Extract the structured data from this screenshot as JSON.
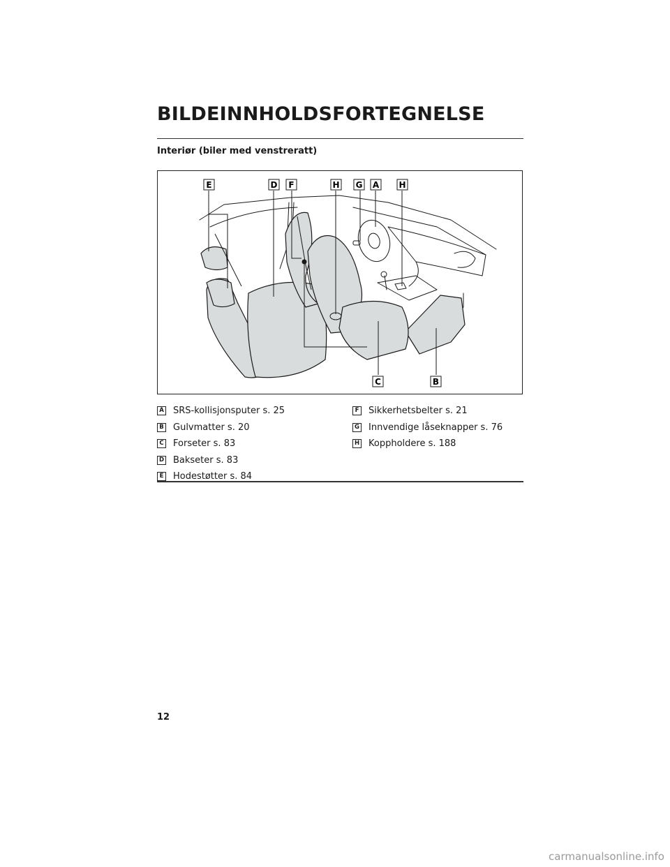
{
  "page": {
    "title": "BILDEINNHOLDSFORTEGNELSE",
    "section_title": "Interiør (biler med venstreratt)",
    "page_number": "12",
    "watermark": "carmanualsonline.info"
  },
  "figure": {
    "callouts_top": [
      "E",
      "D",
      "F",
      "H",
      "G",
      "A",
      "H"
    ],
    "callouts_bottom": [
      "C",
      "B"
    ],
    "fill_color": "#d9dcdc",
    "line_color": "#1a1a1a"
  },
  "legend": {
    "left": [
      {
        "badge": "A",
        "text": "SRS-kollisjonsputer s. 25"
      },
      {
        "badge": "B",
        "text": "Gulvmatter s. 20"
      },
      {
        "badge": "C",
        "text": "Forseter s. 83"
      },
      {
        "badge": "D",
        "text": "Bakseter s. 83"
      },
      {
        "badge": "E",
        "text": "Hodestøtter s. 84"
      }
    ],
    "right": [
      {
        "badge": "F",
        "text": "Sikkerhetsbelter s. 21"
      },
      {
        "badge": "G",
        "text": "Innvendige låseknapper s. 76"
      },
      {
        "badge": "H",
        "text": "Koppholdere s. 188"
      }
    ]
  }
}
